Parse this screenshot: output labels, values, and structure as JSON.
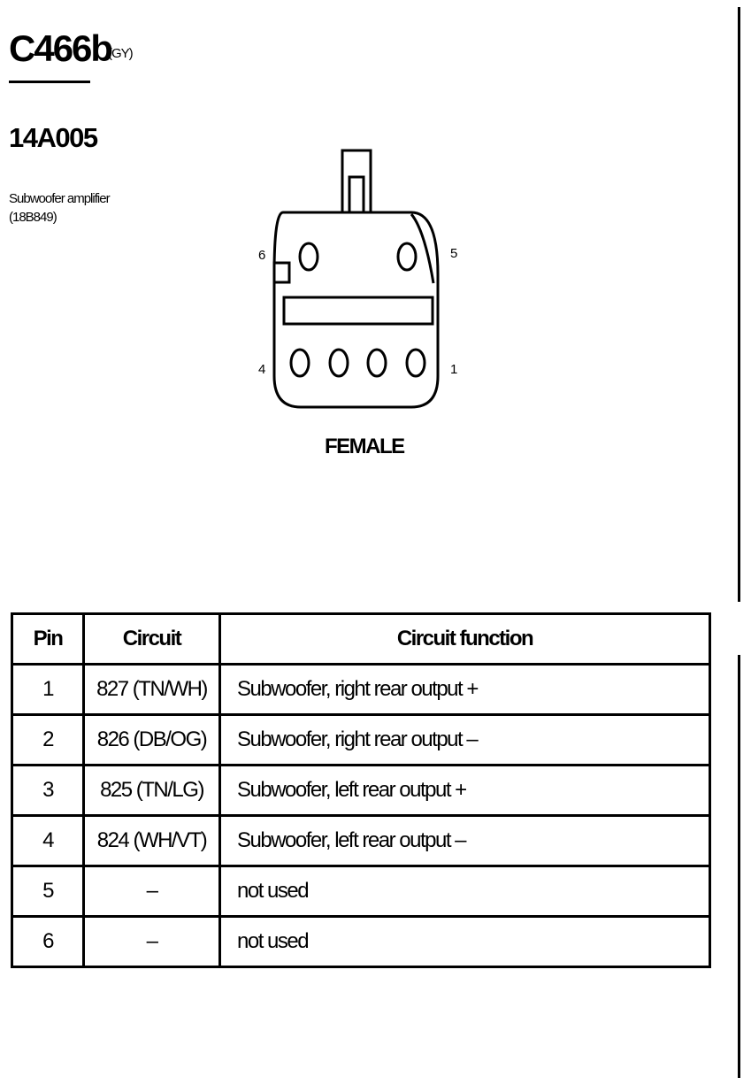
{
  "connector": {
    "id": "C466b",
    "color": "(GY)",
    "part_number": "14A005",
    "component_name": "Subwoofer amplifier",
    "component_code": "(18B849)"
  },
  "diagram": {
    "gender": "FEMALE",
    "pin_labels": {
      "p1": "1",
      "p4": "4",
      "p5": "5",
      "p6": "6"
    }
  },
  "table": {
    "headers": {
      "pin": "Pin",
      "circuit": "Circuit",
      "function": "Circuit function"
    },
    "rows": [
      {
        "pin": "1",
        "circuit": "827 (TN/WH)",
        "function": "Subwoofer, right rear  output +"
      },
      {
        "pin": "2",
        "circuit": "826 (DB/OG)",
        "function": "Subwoofer, right rear  output –"
      },
      {
        "pin": "3",
        "circuit": "825 (TN/LG)",
        "function": "Subwoofer, left rear  output +"
      },
      {
        "pin": "4",
        "circuit": "824 (WH/VT)",
        "function": "Subwoofer, left rear  output –"
      },
      {
        "pin": "5",
        "circuit": "–",
        "function": "not used"
      },
      {
        "pin": "6",
        "circuit": "–",
        "function": "not used"
      }
    ]
  }
}
